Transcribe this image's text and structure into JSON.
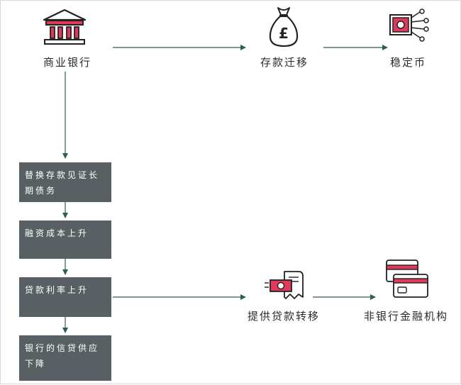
{
  "nodes": {
    "bank": "商业银行",
    "deposit_shift": "存款迁移",
    "stablecoin": "稳定币",
    "loan_shift": "提供贷款转移",
    "nonbank": "非银行金融机构"
  },
  "steps": [
    "替换存款见证长期债务",
    "融资成本上升",
    "贷款利率上升",
    "银行的信贷供应下降"
  ],
  "colors": {
    "arrow": "#2e5e56",
    "box": "#596064",
    "accent": "#e03a5a",
    "ink": "#2b2b2b"
  },
  "icons": [
    "bank-icon",
    "money-bag-icon",
    "coin-chip-icon",
    "cash-receipt-icon",
    "credit-card-icon"
  ]
}
